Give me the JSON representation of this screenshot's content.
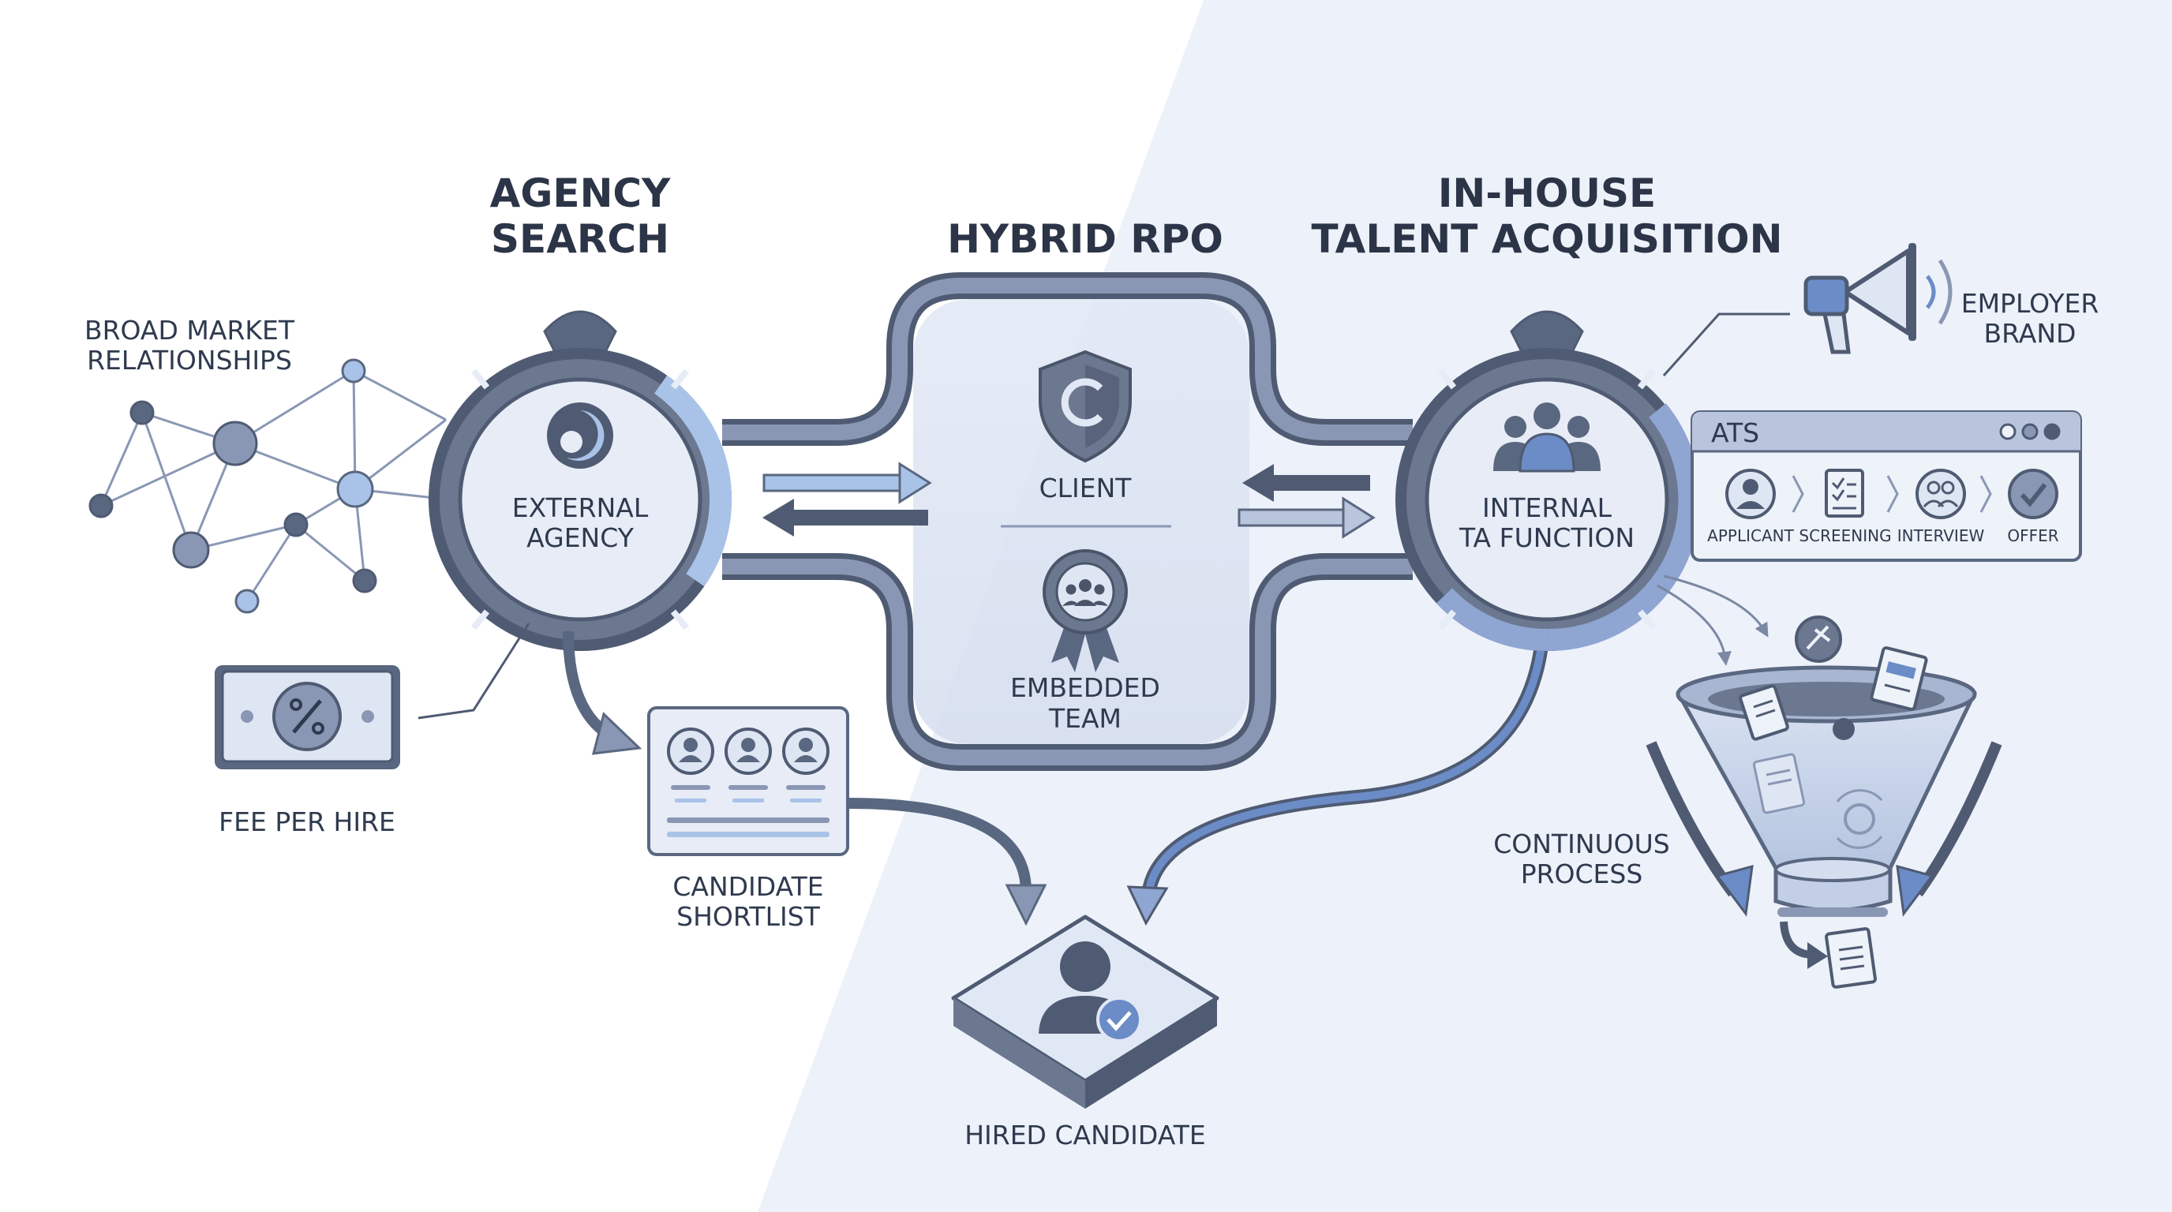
{
  "headings": {
    "agency_line1": "AGENCY",
    "agency_line2": "SEARCH",
    "hybrid": "HYBRID RPO",
    "inhouse_line1": "IN-HOUSE",
    "inhouse_line2": "TALENT ACQUISITION"
  },
  "agency": {
    "node_line1": "EXTERNAL",
    "node_line2": "AGENCY",
    "network_line1": "BROAD MARKET",
    "network_line2": "RELATIONSHIPS",
    "fee_label": "FEE PER HIRE",
    "fee_icon": "percent-icon",
    "shortlist_line1": "CANDIDATE",
    "shortlist_line2": "SHORTLIST"
  },
  "hybrid": {
    "client_label": "CLIENT",
    "client_icon": "shield-icon",
    "team_line1": "EMBEDDED",
    "team_line2": "TEAM",
    "team_icon": "award-ribbon-icon"
  },
  "inhouse": {
    "node_line1": "INTERNAL",
    "node_line2": "TA FUNCTION",
    "brand_line1": "EMPLOYER",
    "brand_line2": "BRAND",
    "brand_icon": "megaphone-icon",
    "ats_title": "ATS",
    "ats_steps": [
      "APPLICANT",
      "SCREENING",
      "INTERVIEW",
      "OFFER"
    ],
    "process_line1": "CONTINUOUS",
    "process_line2": "PROCESS"
  },
  "outcome": {
    "label": "HIRED CANDIDATE",
    "icon": "user-check-icon"
  },
  "colors": {
    "dark": "#4f5b72",
    "mid": "#8a97b4",
    "light_blue": "#9dbbe3",
    "accent_blue": "#6b8cc7",
    "panel": "#e4eaf6",
    "background_tint": "#edf1f9"
  }
}
